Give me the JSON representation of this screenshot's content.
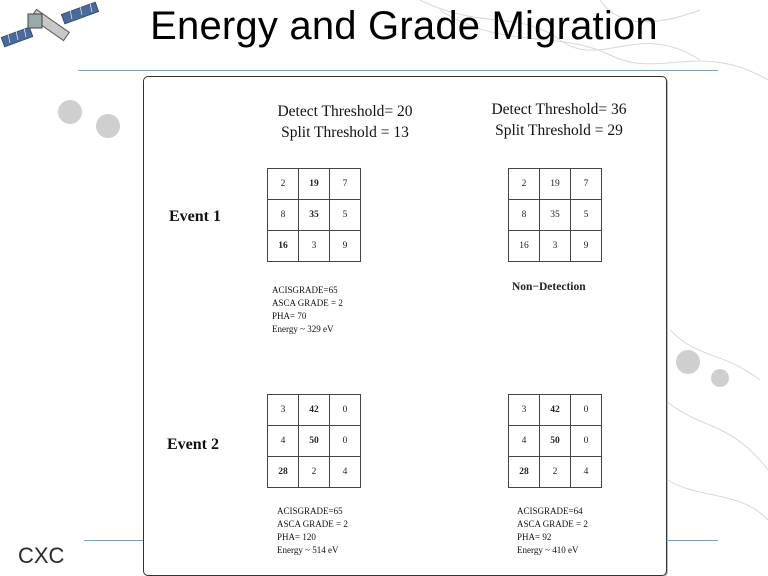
{
  "title": "Energy and Grade Migration",
  "footer": "CXC",
  "left_header": {
    "line1": "Detect Threshold= 20",
    "line2": "Split Threshold = 13"
  },
  "right_header": {
    "line1": "Detect Threshold= 36",
    "line2": "Split Threshold = 29"
  },
  "event1": {
    "label": "Event 1",
    "left_grid": [
      [
        "2",
        "19",
        "7"
      ],
      [
        "8",
        "35",
        "5"
      ],
      [
        "16",
        "3",
        "9"
      ]
    ],
    "right_grid": [
      [
        "2",
        "19",
        "7"
      ],
      [
        "8",
        "35",
        "5"
      ],
      [
        "16",
        "3",
        "9"
      ]
    ],
    "left_info": [
      "ACISGRADE=65",
      "ASCA GRADE = 2",
      "PHA= 70",
      "Energy  ~ 329 eV"
    ],
    "right_info": "Non−Detection"
  },
  "event2": {
    "label": "Event 2",
    "left_grid": [
      [
        "3",
        "42",
        "0"
      ],
      [
        "4",
        "50",
        "0"
      ],
      [
        "28",
        "2",
        "4"
      ]
    ],
    "right_grid": [
      [
        "3",
        "42",
        "0"
      ],
      [
        "4",
        "50",
        "0"
      ],
      [
        "28",
        "2",
        "4"
      ]
    ],
    "left_info": [
      "ACISGRADE=65",
      "ASCA GRADE = 2",
      "PHA= 120",
      "Energy  ~ 514 eV"
    ],
    "right_info": [
      "ACISGRADE=64",
      "ASCA GRADE = 2",
      "PHA= 92",
      "Energy  ~ 410 eV"
    ]
  },
  "colors": {
    "rule": "#7d9fc0",
    "highlight_blue": "#1a2a8c",
    "highlight_red": "#8a2020"
  }
}
